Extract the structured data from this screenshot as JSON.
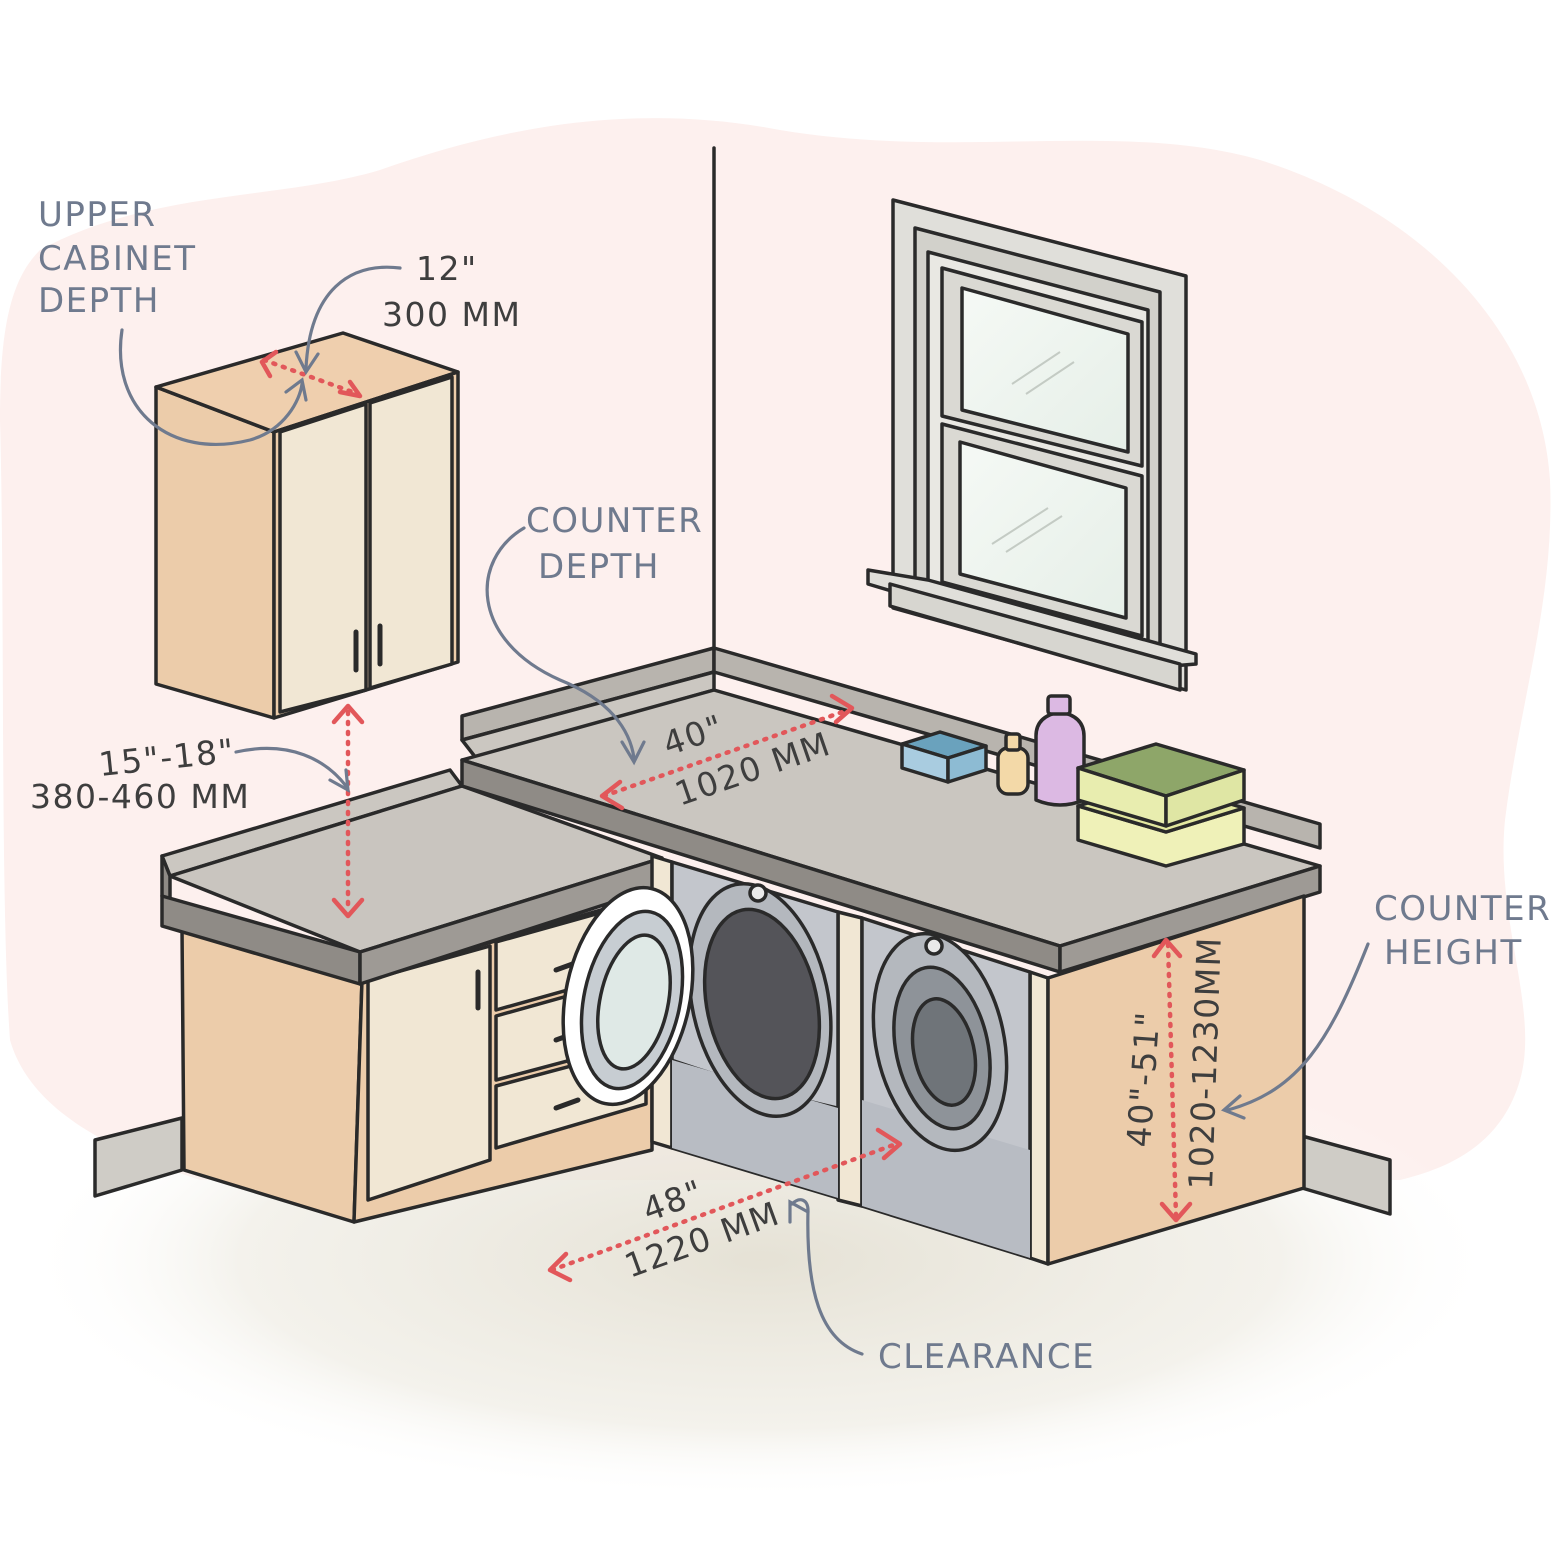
{
  "labels": {
    "upper_cabinet_depth": [
      "UPPER",
      "CABINET",
      "DEPTH"
    ],
    "upper_cabinet_depth_value": [
      "12\"",
      "300 MM"
    ],
    "counter_depth": [
      "COUNTER",
      "DEPTH"
    ],
    "counter_depth_value": [
      "40\"",
      "1020 MM"
    ],
    "clearance_above_counter_value": [
      "15\"-18\"",
      "380-460 MM"
    ],
    "counter_height": [
      "COUNTER",
      "HEIGHT"
    ],
    "counter_height_value": [
      "40\"-51\"",
      "1020-1230MM"
    ],
    "clearance": "CLEARANCE",
    "clearance_value": [
      "48\"",
      "1220 MM"
    ]
  },
  "colors": {
    "background_blob": "#fdf0ee",
    "floor_shadow": "#e9e6dc",
    "cabinet_side": "#ecccaa",
    "cabinet_door": "#f1e7d4",
    "counter_top": "#cbc7c1",
    "counter_edge": "#8f8b86",
    "washer_body": "#c3c6cc",
    "window_frame": "#e0dfda",
    "window_glass": "#f0f5f0",
    "dimension_red": "#e2575a",
    "label_blue_gray": "#6f7a8e",
    "dimension_text": "#3e3e3e"
  },
  "icons": {
    "dimension_arrows": "dotted-double-arrow",
    "leader_arrows": "curved-arrow",
    "window": "double-hung-window",
    "appliances": [
      "front-load-washer",
      "front-load-dryer"
    ],
    "counter_items": [
      "blue-box",
      "detergent-bottle-small",
      "detergent-bottle-large",
      "green-storage-bin",
      "yellow-storage-bin"
    ]
  }
}
